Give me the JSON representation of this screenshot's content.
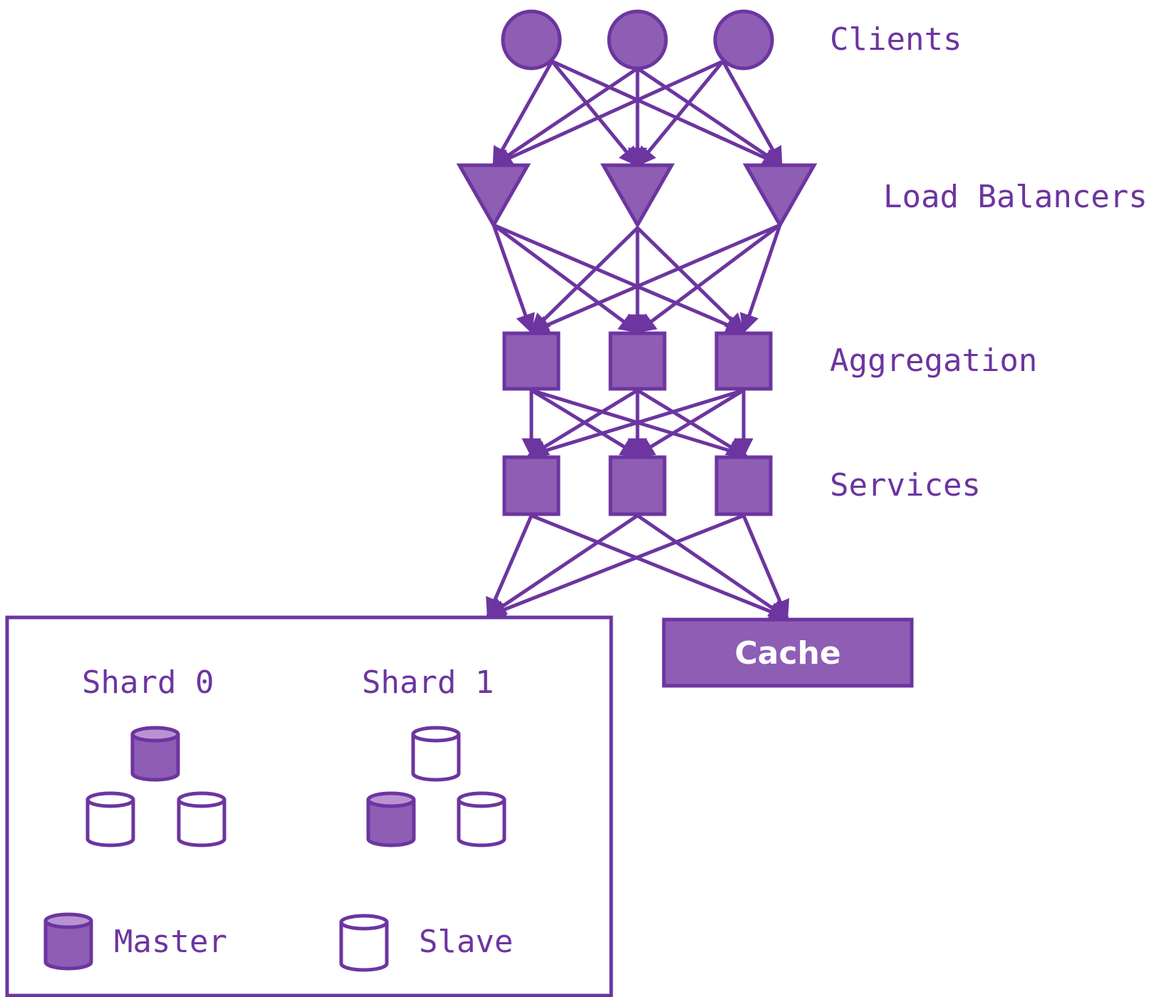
{
  "colors": {
    "accent": "#6c35a0",
    "fill": "#8e5db4",
    "cap_fill": "#b993d1",
    "text_light": "#ffffff"
  },
  "labels": {
    "clients": "Clients",
    "load_balancers": "Load Balancers",
    "aggregation": "Aggregation",
    "services": "Services",
    "cache": "Cache",
    "shard_0": "Shard 0",
    "shard_1": "Shard 1",
    "legend_master": "Master",
    "legend_slave": "Slave"
  },
  "shards": [
    {
      "name": "Shard 0",
      "nodes": [
        "master",
        "slave",
        "slave"
      ]
    },
    {
      "name": "Shard 1",
      "nodes": [
        "slave",
        "master",
        "slave"
      ]
    }
  ],
  "icons": [
    "client-circle-icon",
    "load-balancer-triangle-icon",
    "server-square-icon",
    "database-cylinder-icon",
    "arrow-icon"
  ]
}
